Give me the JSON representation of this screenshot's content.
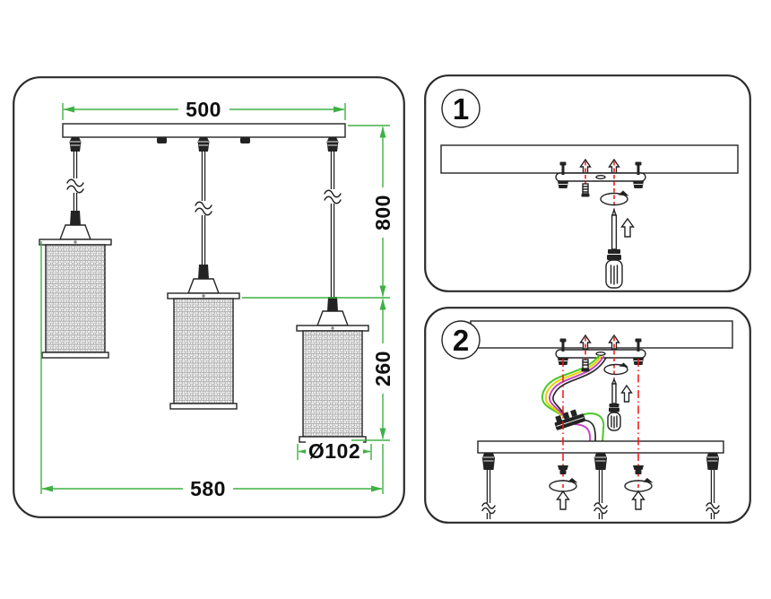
{
  "colors": {
    "line": "#232323",
    "panel_border": "#2b2b2b",
    "dimension_green": "#3fb044",
    "guide_red": "#f31212",
    "wire_green": "#4cc62a",
    "wire_yellow": "#e3d400",
    "wire_magenta": "#c544c1",
    "mesh_fill": "#ededed"
  },
  "main_diagram": {
    "dim_bar_length": "500",
    "dim_suspension_height": "800",
    "dim_shade_height": "260",
    "dim_shade_diameter": "Ø102",
    "dim_overall_width": "580"
  },
  "steps": [
    {
      "number": "1",
      "icons": {
        "wall-anchor-icon": "svg-shape",
        "mounting-screw-icon": "svg-shape",
        "fixing-bolt-icon": "svg-shape",
        "rotation-arrow-icon": "ellipse-arrow",
        "screwdriver-icon": "svg-shape",
        "up-arrow-icon": "outline-arrow",
        "guide-line": "red-dashed"
      }
    },
    {
      "number": "2",
      "icons": {
        "wall-anchor-icon": "svg-shape",
        "mounting-screw-icon": "svg-shape",
        "fixing-bolt-icon": "svg-shape",
        "rotation-arrow-icon": "ellipse-arrow",
        "screwdriver-icon": "svg-shape",
        "up-arrow-icon": "outline-arrow",
        "guide-line": "red-dash-dot",
        "terminal-block": "svg-shape",
        "lock-nut-icon": "svg-shape",
        "cord-grip-icon": "svg-shape"
      }
    }
  ]
}
